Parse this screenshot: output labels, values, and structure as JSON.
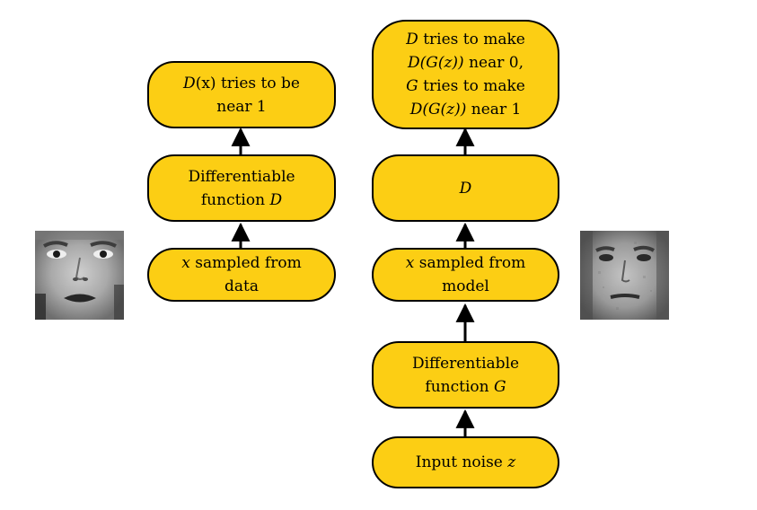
{
  "diagram": {
    "left_column": {
      "top_box": {
        "math_d": "D",
        "text_a": "(x) tries to be",
        "line2": "near 1"
      },
      "middle_box": {
        "line1": "Differentiable",
        "line2_text": "function",
        "line2_math": "D"
      },
      "bottom_box": {
        "math_x": "x",
        "line1_text": "sampled from",
        "line2": "data"
      }
    },
    "right_column": {
      "top_box": {
        "l1_math": "D",
        "l1_text": "tries to make",
        "l2_math": "D(G(z))",
        "l2_text": "near 0,",
        "l3_math": "G",
        "l3_text": "tries to make",
        "l4_math": "D(G(z))",
        "l4_text": "near 1"
      },
      "d_box": {
        "math": "D"
      },
      "sample_box": {
        "math_x": "x",
        "line1_text": "sampled from",
        "line2": "model"
      },
      "gen_box": {
        "line1": "Differentiable",
        "line2_text": "function",
        "line2_math": "G"
      },
      "noise_box": {
        "text": "Input noise",
        "math": "z"
      }
    },
    "images": {
      "left_face": "real-face-photo",
      "right_face": "generated-face-photo"
    },
    "colors": {
      "box_fill": "#fcce14",
      "box_stroke": "#000000",
      "arrow": "#000000"
    }
  }
}
